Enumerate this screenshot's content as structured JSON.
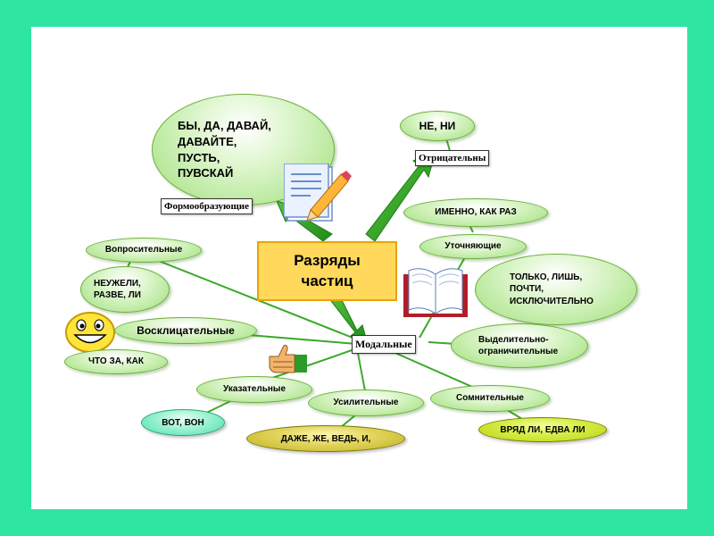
{
  "central": {
    "line1": "Разряды",
    "line2": "частиц"
  },
  "formative": {
    "label": "Формообразующие",
    "examples": [
      "БЫ, ДА, ДАВАЙ,",
      "ДАВАЙТЕ,",
      "ПУСТЬ,",
      "ПУВСКАЙ"
    ]
  },
  "negative": {
    "label": "Отрицательны",
    "examples": "НЕ, НИ"
  },
  "modal": {
    "label": "Модальные"
  },
  "bubbles": {
    "interrogative": "Вопросительные",
    "interrogative_examples": [
      "НЕУЖЕЛИ,",
      "РАЗВЕ, ЛИ"
    ],
    "exclamatory": "Восклицательные",
    "exclamatory_examples": "ЧТО ЗА,  КАК",
    "clarifying": "Уточняющие",
    "clarifying_examples": "ИМЕННО, КАК РАЗ",
    "restrictive_examples": [
      "ТОЛЬКО, ЛИШЬ,",
      "ПОЧТИ,",
      "ИСКЛЮЧИТЕЛЬНО"
    ],
    "restrictive": [
      "Выделительно-",
      "ограничительные"
    ],
    "demonstrative": "Указательные",
    "demonstrative_examples": "ВОТ, ВОН",
    "intensifying": "Усилительные",
    "intensifying_examples": "ДАЖЕ, ЖЕ, ВЕДЬ, И,",
    "doubtful": "Сомнительные",
    "doubtful_examples": "ВРЯД ЛИ, ЕДВА ЛИ"
  },
  "colors": {
    "background": "#2ee6a2",
    "central_fill": "#ffd85c",
    "arrow": "#3aa82a",
    "bubble": "#9fe07a"
  }
}
